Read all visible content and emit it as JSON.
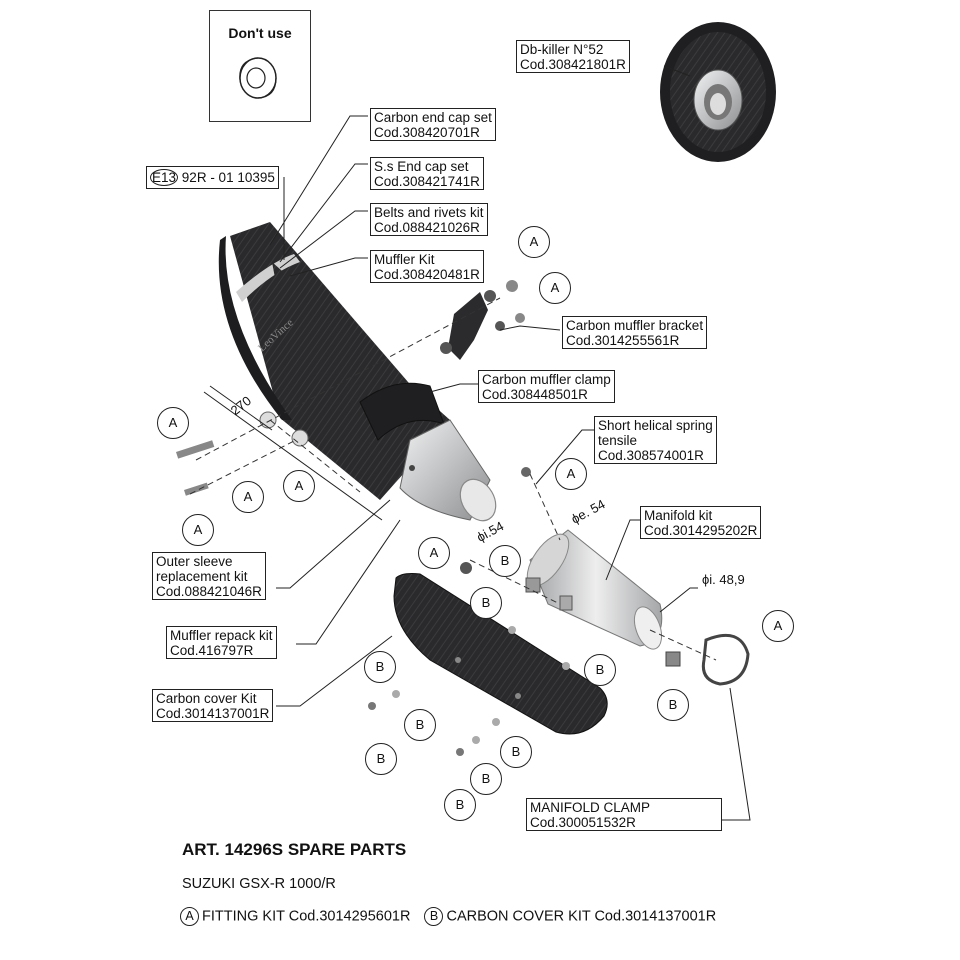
{
  "dont_use": "Don't use",
  "homologation": {
    "e_mark": "E13",
    "number": "92R - 01 10395"
  },
  "parts": {
    "db_killer": {
      "name": "Db-killer N°52",
      "code": "Cod.308421801R"
    },
    "carbon_end_cap": {
      "name": "Carbon end cap set",
      "code": "Cod.308420701R"
    },
    "ss_end_cap": {
      "name": "S.s End cap set",
      "code": "Cod.308421741R"
    },
    "belts_rivets": {
      "name": "Belts and rivets kit",
      "code": "Cod.088421026R"
    },
    "muffler_kit": {
      "name": "Muffler Kit",
      "code": "Cod.308420481R"
    },
    "carbon_bracket": {
      "name": "Carbon muffler bracket",
      "code": "Cod.3014255561R"
    },
    "carbon_clamp": {
      "name": "Carbon muffler clamp",
      "code": "Cod.308448501R"
    },
    "helical_spring": {
      "name1": "Short helical spring",
      "name2": "tensile",
      "code": "Cod.308574001R"
    },
    "manifold_kit": {
      "name": "Manifold kit",
      "code": "Cod.3014295202R"
    },
    "outer_sleeve": {
      "name1": "Outer sleeve",
      "name2": "replacement kit",
      "code": "Cod.088421046R"
    },
    "repack_kit": {
      "name": "Muffler repack kit",
      "code": "Cod.416797R"
    },
    "carbon_cover": {
      "name": "Carbon cover Kit",
      "code": "Cod.3014137001R"
    },
    "manifold_clamp": {
      "name": "MANIFOLD CLAMP",
      "code": "Cod.300051532R"
    }
  },
  "dimensions": {
    "length": "270",
    "inner_54": "ϕi.54",
    "outer_54": "ϕe. 54",
    "inner_48_9": "ϕi. 48,9"
  },
  "badges": {
    "a": "A",
    "b": "B"
  },
  "footer": {
    "title": "ART. 14296S  SPARE PARTS",
    "model": "SUZUKI GSX-R 1000/R",
    "fitting_letter": "A",
    "fitting_kit": "FITTING KIT Cod.3014295601R",
    "cover_letter": "B",
    "cover_kit": "CARBON COVER KIT Cod.3014137001R"
  },
  "brand_logo": "LeoVince",
  "colors": {
    "carbon": "#2b2b2d",
    "steel": "#cfd0d2",
    "line": "#222222"
  }
}
